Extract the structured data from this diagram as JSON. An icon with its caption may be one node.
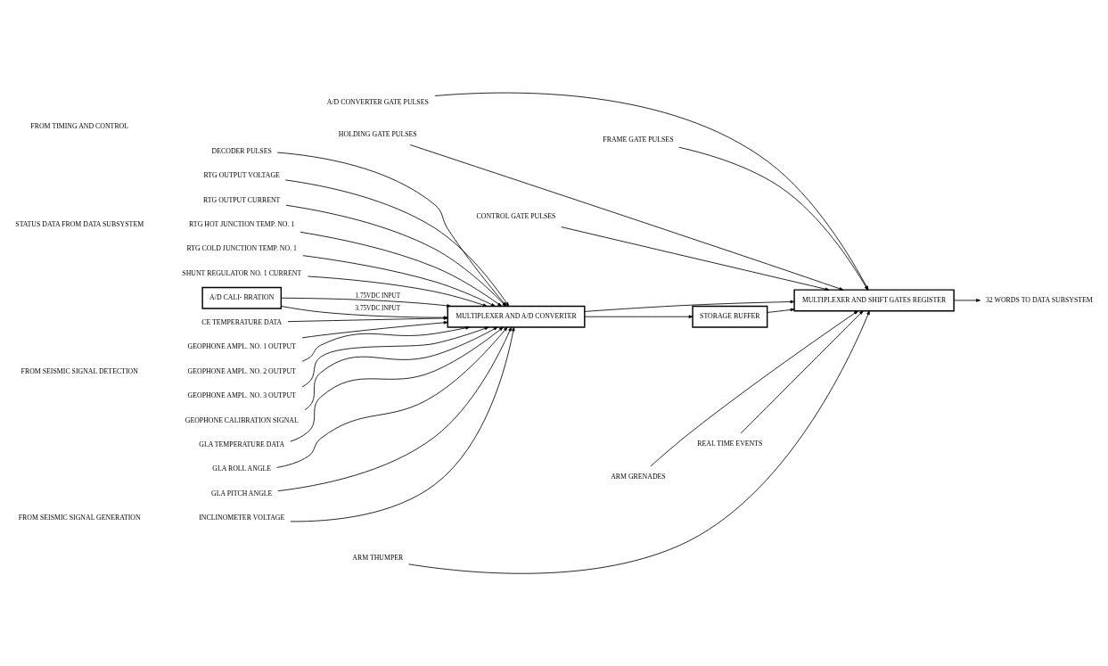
{
  "diagram": {
    "nodes": [
      {
        "text": [
          "A/D CONVERTER GATE PULSES"
        ]
      },
      {
        "text": [
          "FRAME GATE PULSES"
        ]
      },
      {
        "text": [
          "HOLDING GATE PULSES"
        ]
      },
      {
        "text": [
          "CONTROL GATE PULSES"
        ]
      },
      {
        "text": [
          "DECODER PULSES"
        ]
      },
      {
        "text": [
          "RTG OUTPUT VOLTAGE"
        ]
      },
      {
        "text": [
          "RTG OUTPUT CURRENT"
        ]
      },
      {
        "text": [
          "RTG HOT JUNCTION TEMP. NO. 1"
        ]
      },
      {
        "text": [
          "RTG COLD JUNCTION TEMP. NO. 1"
        ]
      },
      {
        "text": [
          "SHUNT REGULATOR NO. 1 CURRENT"
        ]
      },
      {
        "text": [
          "A/D CALI- BRATION"
        ]
      },
      {
        "text": [
          "MULTIPLEXER AND A/D CONVERTER"
        ]
      },
      {
        "text": [
          "MULTIPLEXER AND SHIFT GATES REGISTER"
        ]
      },
      {
        "text": [
          "32 WORDS TO DATA SUBSYSTEM"
        ]
      },
      {
        "text": [
          "STORAGE BUFFER"
        ]
      },
      {
        "text": [
          "CE TEMPERATURE DATA"
        ]
      },
      {
        "text": [
          "GEOPHONE AMPL. NO. 1 OUTPUT"
        ]
      },
      {
        "text": [
          "GEOPHONE AMPL. NO. 2 OUTPUT"
        ]
      },
      {
        "text": [
          "GEOPHONE AMPL. NO. 3 OUTPUT"
        ]
      },
      {
        "text": [
          "GEOPHONE CALIBRATION SIGNAL"
        ]
      },
      {
        "text": [
          "GLA TEMPERATURE DATA"
        ]
      },
      {
        "text": [
          "GLA ROLL ANGLE"
        ]
      },
      {
        "text": [
          "GLA PITCH ANGLE"
        ]
      },
      {
        "text": [
          "INCLINOMETER VOLTAGE"
        ]
      },
      {
        "text": [
          "ARM GRENADES"
        ]
      },
      {
        "text": [
          "REAL TIME EVENTS"
        ]
      },
      {
        "text": [
          "ARM THUMPER"
        ]
      }
    ],
    "edges": [
      {
        "from": 0,
        "to": 12,
        "arrow": "to"
      },
      {
        "from": 1,
        "to": 12,
        "arrow": "to"
      },
      {
        "from": 2,
        "to": 12,
        "arrow": "to"
      },
      {
        "from": 3,
        "to": 12,
        "arrow": "to"
      },
      {
        "from": 4,
        "to": 11,
        "arrow": "to"
      },
      {
        "from": 5,
        "to": 11,
        "arrow": "to"
      },
      {
        "from": 6,
        "to": 11,
        "arrow": "to"
      },
      {
        "from": 7,
        "to": 11,
        "arrow": "to"
      },
      {
        "from": 8,
        "to": 11,
        "arrow": "to"
      },
      {
        "from": 9,
        "to": 11,
        "arrow": "to"
      },
      {
        "from": 10,
        "to": 11,
        "arrow": "to",
        "label": "1.75VDC INPUT"
      },
      {
        "from": 10,
        "to": 11,
        "arrow": "to",
        "label": "3.75VDC INPUT"
      },
      {
        "from": 11,
        "to": 12,
        "arrow": "to"
      },
      {
        "from": 11,
        "to": 14,
        "arrow": "to"
      },
      {
        "from": 14,
        "to": 12,
        "arrow": "to"
      },
      {
        "from": 12,
        "to": 13,
        "arrow": "to"
      },
      {
        "from": 15,
        "to": 11,
        "arrow": "to"
      },
      {
        "from": 16,
        "to": 11,
        "arrow": "to"
      },
      {
        "from": 17,
        "to": 11,
        "arrow": "to"
      },
      {
        "from": 18,
        "to": 11,
        "arrow": "to"
      },
      {
        "from": 19,
        "to": 11,
        "arrow": "to"
      },
      {
        "from": 20,
        "to": 11,
        "arrow": "to"
      },
      {
        "from": 21,
        "to": 11,
        "arrow": "to"
      },
      {
        "from": 22,
        "to": 11,
        "arrow": "to"
      },
      {
        "from": 23,
        "to": 11,
        "arrow": "to"
      },
      {
        "from": 24,
        "to": 12,
        "arrow": "to"
      },
      {
        "from": 25,
        "to": 12,
        "arrow": "to"
      },
      {
        "from": 26,
        "to": 12,
        "arrow": "to"
      }
    ],
    "labels": [
      "FROM TIMING AND CONTROL",
      "STATUS DATA FROM DATA SUBSYSTEM",
      "FROM SEISMIC SIGNAL DETECTION",
      "FROM SEISMIC SIGNAL GENERATION"
    ]
  }
}
